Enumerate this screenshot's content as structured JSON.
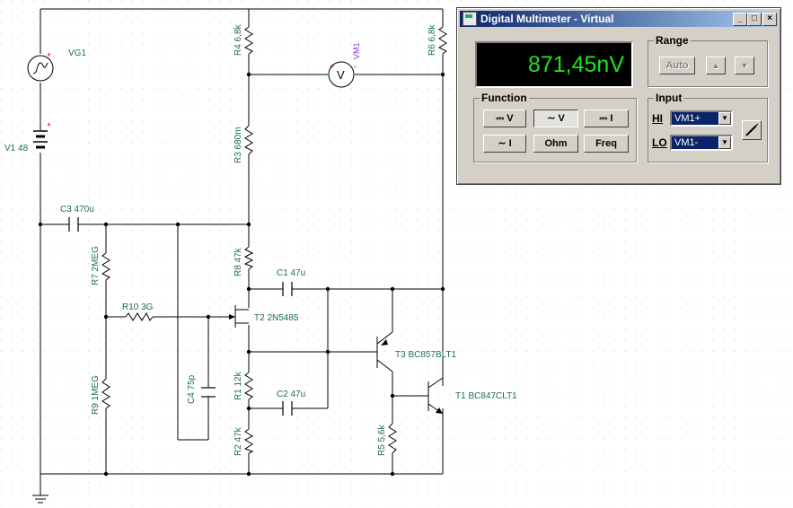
{
  "schematic": {
    "sources": {
      "vg1": "VG1",
      "v1": "V1 48",
      "plus": "+",
      "minus": "-"
    },
    "resistors": {
      "r4": "R4 6,8k",
      "r6": "R6 6,8k",
      "r3": "R3 680m",
      "r8": "R8 47k",
      "r7": "R7 2MEG",
      "r10": "R10 3G",
      "r9": "R9 1MEG",
      "r1": "R1 12k",
      "r2": "R2 47k",
      "r5": "R5 5,6k"
    },
    "capacitors": {
      "c3": "C3 470u",
      "c1": "C1 47u",
      "c2": "C2 47u",
      "c4": "C4 75p"
    },
    "transistors": {
      "t2": "T2 2N5485",
      "t3": "T3 BC857BLT1",
      "t1": "T1 BC847CLT1"
    },
    "meter": {
      "name": "VM1",
      "symbol": "V"
    }
  },
  "multimeter": {
    "title": "Digital Multimeter - Virtual",
    "window_buttons": [
      "_",
      "□",
      "×"
    ],
    "reading": "871,45nV",
    "range": {
      "title": "Range",
      "auto": "Auto",
      "up": "▲",
      "down": "▼"
    },
    "function": {
      "title": "Function",
      "dcv": "⎓ V",
      "acv": "∼ V",
      "dci": "⎓ I",
      "aci": "∼ I",
      "ohm": "Ohm",
      "freq": "Freq"
    },
    "input": {
      "title": "Input",
      "hi_label": "HI",
      "lo_label": "LO",
      "hi_value": "VM1+",
      "lo_value": "VM1-"
    }
  }
}
